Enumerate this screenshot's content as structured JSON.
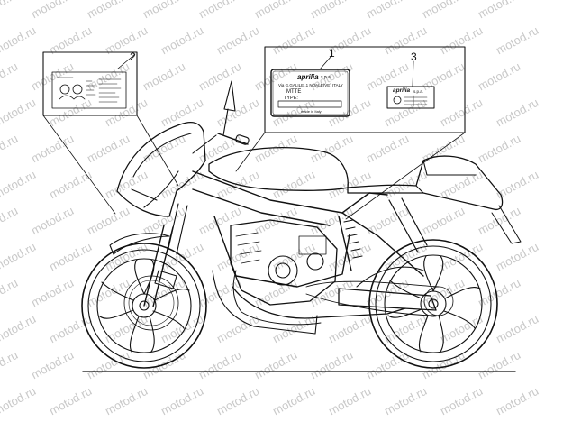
{
  "watermark": "motod.ru",
  "callouts": {
    "c1": "1",
    "c2": "2",
    "c3": "3"
  },
  "label1": {
    "brand": "aprilia",
    "brand_suffix": "s.p.a.",
    "address": "Via G.GALILEI,1 NOALE(VE) ITALY",
    "line_mtte": "MTTE",
    "line_type": "TYPE:",
    "footer": "made in Italy"
  },
  "label3": {
    "brand": "aprilia",
    "brand_suffix": "s.p.a."
  }
}
